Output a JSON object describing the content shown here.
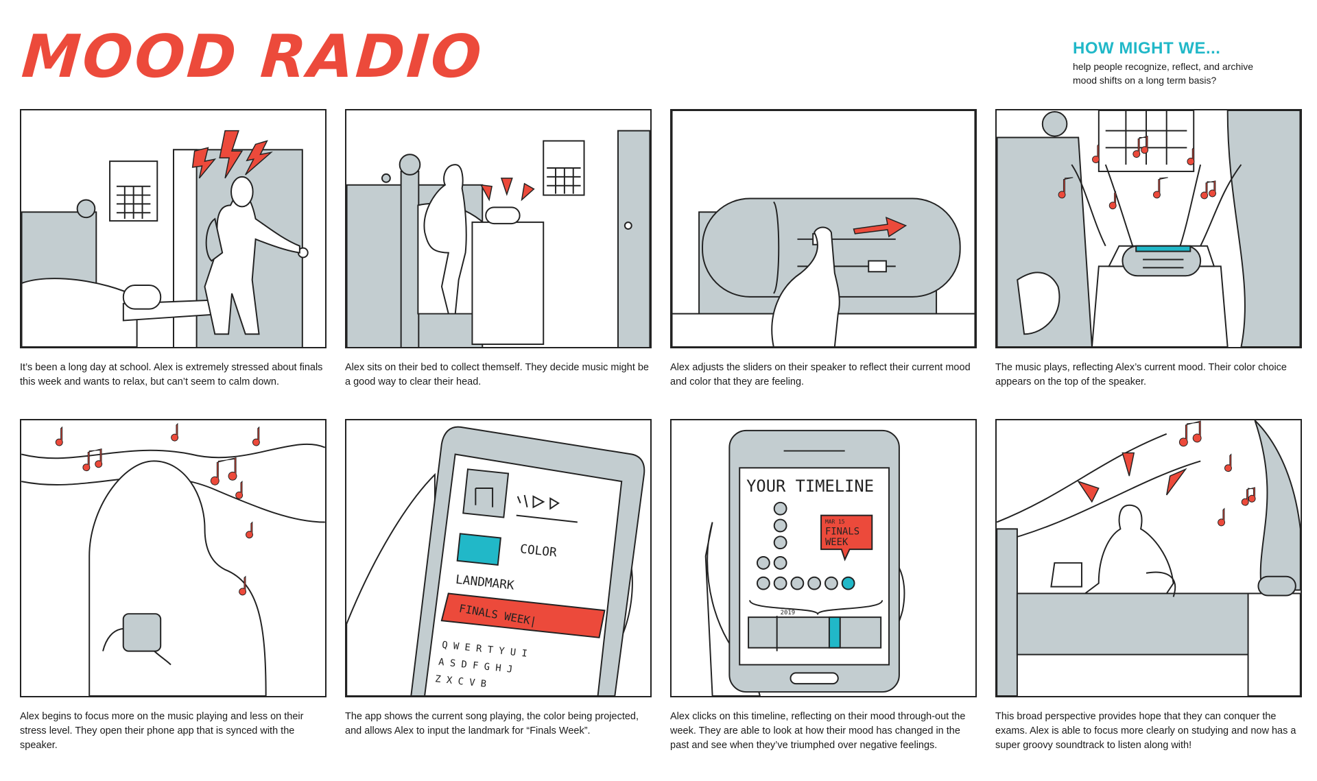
{
  "title": "MOOD RADIO",
  "how_might_we": {
    "heading": "HOW MIGHT WE...",
    "text": "help people recognize, reflect, and archive mood shifts on a long term basis?"
  },
  "colors": {
    "accent_red": "#ec4a3b",
    "accent_teal": "#21b8c8",
    "sketch_gray": "#c3cdd0",
    "line": "#222222"
  },
  "panels": [
    {
      "caption": "It’s been a long day at school. Alex is extremely stressed about finals this week and wants to relax, but can’t seem to calm down."
    },
    {
      "caption": "Alex sits on their bed to collect themself. They decide music might be a good way to clear their head."
    },
    {
      "caption": "Alex adjusts the sliders on their speaker to reflect their current mood and color that they are feeling."
    },
    {
      "caption": "The music plays, reflecting Alex’s current mood. Their color choice appears on the top of the speaker."
    },
    {
      "caption": "Alex begins to focus more on the music playing and less on their stress level. They open their phone app that is synced with the speaker."
    },
    {
      "caption": "The app shows the current song playing, the color being projected, and allows Alex to input the landmark for “Finals Week”."
    },
    {
      "caption": "Alex clicks on this timeline, reflecting on their mood through-out the week. They are able to look at how their mood has changed in the past and see when they’ve triumphed over negative feelings."
    },
    {
      "caption": "This broad perspective provides hope that they can conquer the exams. Alex is able to focus more clearly on studying and now has a super groovy soundtrack to listen along with!"
    }
  ],
  "phone_app": {
    "color_label": "COLOR",
    "landmark_label": "LANDMARK",
    "landmark_value": "FINALS WEEK|",
    "keyboard_row1": "Q W E R T Y U I",
    "keyboard_row2": "A S D F G H J",
    "keyboard_row3": "Z X C V B"
  },
  "timeline_app": {
    "heading": "YOUR TIMELINE",
    "bubble_date": "MAR 15",
    "bubble_line1": "FINALS",
    "bubble_line2": "WEEK",
    "year_label": "2019"
  }
}
